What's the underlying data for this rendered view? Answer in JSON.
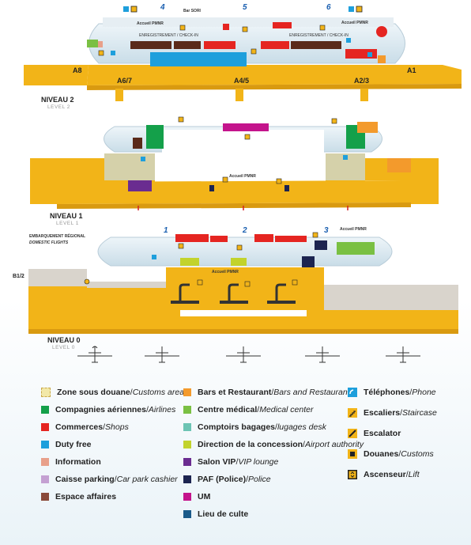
{
  "levels": {
    "n2": {
      "title": "NIVEAU 2",
      "subtitle": "LEVEL 2"
    },
    "n1": {
      "title": "NIVEAU 1",
      "subtitle": "LEVEL 1"
    },
    "n0": {
      "title": "NIVEAU 0",
      "subtitle": "LEVEL 0"
    }
  },
  "gates": {
    "a8": "A8",
    "a67": "A6/7",
    "a45": "A4/5",
    "a23": "A2/3",
    "a1": "A1",
    "b12": "B1/2"
  },
  "portals": {
    "p4": "4",
    "p5": "5",
    "p6": "6",
    "p1": "1",
    "p2": "2",
    "p3": "3"
  },
  "labels": {
    "bar_sori": "Bar SORI",
    "accueil": "Accueil PMNR",
    "checkin": "ENREGISTREMENT / CHECK-IN",
    "regional_fr": "EMBARQUEMENT RÉGIONAL",
    "regional_en": "DOMESTIC FLIGHTS"
  },
  "legend": [
    {
      "fr": "Zone sous douane",
      "en": "Customs area",
      "color": "#f2e8a8"
    },
    {
      "fr": "Compagnies aériennes",
      "en": "Airlines",
      "color": "#14a04a"
    },
    {
      "fr": "Commerces",
      "en": "Shops",
      "color": "#e52521"
    },
    {
      "fr": "Duty free",
      "en": "",
      "color": "#1e9fdc"
    },
    {
      "fr": "Information",
      "en": "",
      "color": "#e8a08a"
    },
    {
      "fr": "Caisse parking",
      "en": "Car park cashier",
      "color": "#c4a0d2"
    },
    {
      "fr": "Espace affaires",
      "en": "",
      "color": "#8a4a3a"
    },
    {
      "fr": "Bars et Restaurant",
      "en": "Bars and Restaurant",
      "color": "#f39a2c"
    },
    {
      "fr": "Centre médical",
      "en": "Medical center",
      "color": "#7ac043"
    },
    {
      "fr": "Comptoirs bagages",
      "en": "lugages desk",
      "color": "#6cc4b4"
    },
    {
      "fr": "Direction de la concession",
      "en": "Airport authority",
      "color": "#c2d32c"
    },
    {
      "fr": "Salon VIP",
      "en": "VIP lounge",
      "color": "#6a2c90"
    },
    {
      "fr": "PAF (Police)",
      "en": "Police",
      "color": "#1c2450"
    },
    {
      "fr": "UM",
      "en": "",
      "color": "#c4148c"
    },
    {
      "fr": "Lieu de culte",
      "en": "",
      "color": "#1a5a8a"
    }
  ],
  "legend_icons": [
    {
      "fr": "Téléphones",
      "en": "Phone",
      "icon": "phone-icon"
    },
    {
      "fr": "Escaliers",
      "en": "Staircase",
      "icon": "staircase-icon"
    },
    {
      "fr": "Escalator",
      "en": "",
      "icon": "escalator-icon"
    },
    {
      "fr": "Douanes",
      "en": "Customs",
      "icon": "customs-icon"
    },
    {
      "fr": "Ascenseur",
      "en": "Lift",
      "icon": "lift-icon"
    }
  ],
  "colors": {
    "floor": "#f2b418",
    "floor_dark": "#d99a10",
    "terminal": "#d7e6ee",
    "grey": "#d9d4cc",
    "icon_blue": "#1e9fdc"
  }
}
